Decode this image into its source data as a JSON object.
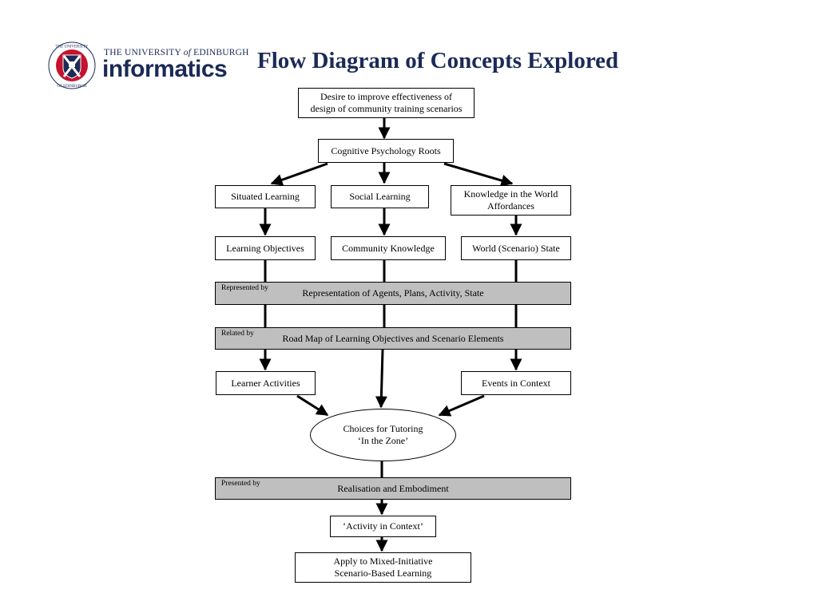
{
  "header": {
    "university": "THE UNIVERSITY",
    "university_of": "of",
    "university_place": "EDINBURGH",
    "department": "informatics",
    "title": "Flow Diagram of Concepts Explored",
    "crest_colors": {
      "navy": "#1b2a56",
      "red": "#c4122f"
    }
  },
  "diagram": {
    "top": "Desire to improve effectiveness of\ndesign of community training scenarios",
    "roots": "Cognitive Psychology Roots",
    "col1_a": "Situated Learning",
    "col2_a": "Social Learning",
    "col3_a": "Knowledge in the World\nAffordances",
    "col1_b": "Learning Objectives",
    "col2_b": "Community Knowledge",
    "col3_b": "World (Scenario) State",
    "band1_tag": "Represented by",
    "band1_text": "Representation of Agents, Plans, Activity, State",
    "band2_tag": "Related by",
    "band2_text": "Road Map of Learning Objectives and Scenario Elements",
    "learner": "Learner Activities",
    "events": "Events in Context",
    "choices": "Choices for Tutoring\n‘In the Zone’",
    "band3_tag": "Presented by",
    "band3_text": "Realisation and Embodiment",
    "activity": "‘Activity in Context’",
    "apply": "Apply to Mixed-Initiative\nScenario-Based Learning"
  }
}
